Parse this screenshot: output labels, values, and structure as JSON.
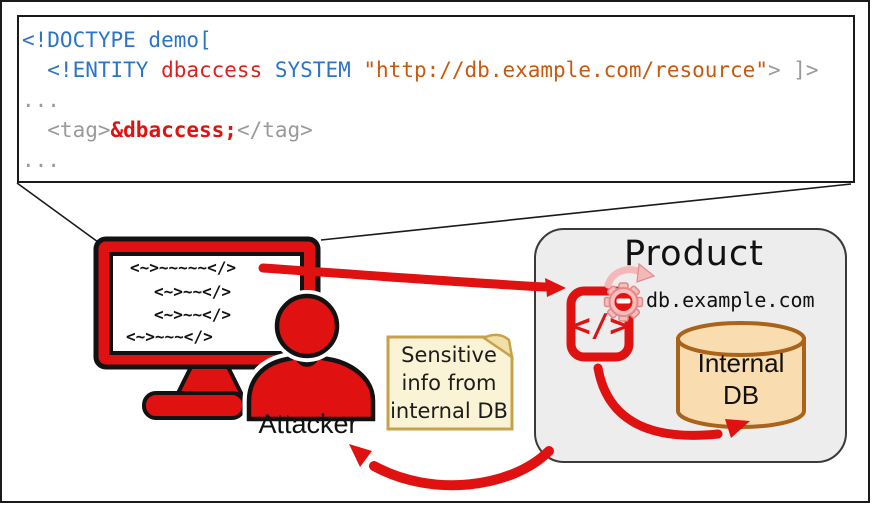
{
  "code_box": {
    "lines": [
      [
        {
          "text": "<!DOCTYPE demo[",
          "color": "blue"
        }
      ],
      [
        {
          "text": "  <!ENTITY ",
          "color": "blue"
        },
        {
          "text": "dbaccess",
          "color": "red"
        },
        {
          "text": " SYSTEM ",
          "color": "blue"
        },
        {
          "text": "\"http://db.example.com/resource\"",
          "color": "orange"
        },
        {
          "text": "> ]>",
          "color": "gray"
        }
      ],
      [
        {
          "text": "...",
          "color": "gray"
        }
      ],
      [
        {
          "text": "  <tag>",
          "color": "gray"
        },
        {
          "text": "&dbaccess;",
          "color": "redbold"
        },
        {
          "text": "</tag>",
          "color": "gray"
        }
      ],
      [
        {
          "text": "...",
          "color": "gray"
        }
      ]
    ]
  },
  "attacker": {
    "label": "Attacker",
    "screen_lines": [
      "<~>~~~~~</>",
      "<~>~~</>",
      "<~>~~</>",
      "<~>~~~</>"
    ]
  },
  "product": {
    "title": "Product",
    "host": "db.example.com",
    "code_icon_label": "</>",
    "db_label_line1": "Internal",
    "db_label_line2": "DB"
  },
  "note": {
    "lines": [
      "Sensitive",
      "info from",
      "internal DB"
    ]
  },
  "icons": {
    "monitor": "attacker-monitor-icon",
    "person": "attacker-person-icon",
    "gear": "gear-icon",
    "process_arrow": "process-arrow-icon",
    "code_file": "code-file-icon",
    "database": "internal-db-cylinder-icon"
  },
  "colors": {
    "accent_red": "#e01111",
    "code_blue": "#2b74c7",
    "code_red": "#e02020",
    "code_orange": "#c9590f",
    "code_gray": "#9a9a9a",
    "product_fill": "#ededed",
    "note_fill": "#fbf3d5",
    "note_border": "#c7a24b",
    "db_fill": "#f9dcb0",
    "db_border": "#a9631a",
    "gear_pink": "#f7bcbc"
  }
}
